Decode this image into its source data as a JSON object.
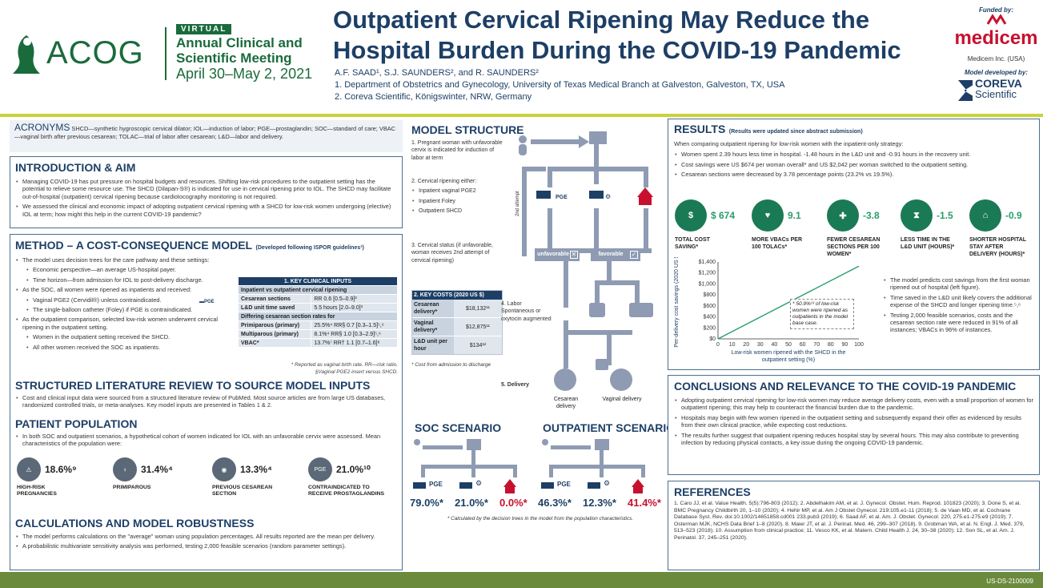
{
  "header": {
    "logo": "ACOG",
    "virtual_tag": "VIRTUAL",
    "meeting_line1": "Annual Clinical and",
    "meeting_line2": "Scientific Meeting",
    "meeting_dates": "April 30–May 2, 2021",
    "title_line1": "Outpatient Cervical Ripening May Reduce the",
    "title_line2": "Hospital Burden During the COVID-19 Pandemic",
    "authors": "A.F. SAAD¹, S.J. SAUNDERS², and R. SAUNDERS²",
    "affil1": "1. Department of Obstetrics and Gynecology, University of Texas Medical Branch at Galveston, Galveston, TX, USA",
    "affil2": "2. Coreva Scientific, Königswinter, NRW, Germany",
    "funded_by": "Funded by:",
    "sponsor": "medicem",
    "sponsor_sub": "Medicem Inc. (USA)",
    "model_dev": "Model developed by:",
    "developer_line1": "COREVA",
    "developer_line2": "Scientific"
  },
  "acronyms": {
    "title": "ACRONYMS",
    "text": "SHCD—synthetic hygroscopic cervical dilator; IOL—induction of labor; PGE—prostaglandin; SOC—standard of care; VBAC—vaginal birth after previous cesarean; TOLAC—trial of labor after cesarean; L&D—labor and delivery."
  },
  "intro": {
    "title": "INTRODUCTION & AIM",
    "b1": "Managing COVID-19 has put pressure on hospital budgets and resources. Shifting low-risk procedures to the outpatient setting has the potential to relieve some resource use. The SHCD (Dilapan-S®) is indicated for use in cervical ripening prior to IOL. The SHCD may facilitate out-of-hospital (outpatient) cervical ripening because cardiotocography monitoring is not required.",
    "b2": "We assessed the clinical and economic impact of adopting outpatient cervical ripening with a SHCD for low-risk women undergoing (elective) IOL at term; how might this help in the current COVID-19 pandemic?"
  },
  "method": {
    "title": "METHOD – A COST-CONSEQUENCE MODEL",
    "title_note": "(Developed following ISPOR guidelines¹)",
    "b1": "The model uses decision trees for the care pathway and these settings:",
    "b1a": "Economic perspective—an average US-hospital payer.",
    "b1b": "Time horizon—from admission for IOL to post-delivery discharge.",
    "b2": "As the SOC, all women were ripened as inpatients and received:",
    "b2a": "Vaginal PGE2 (Cervidil®) unless contraindicated.",
    "b2b": "The single-balloon catheter (Foley) if PGE is contraindicated.",
    "b3": "As the outpatient comparison, selected low-risk women underwent cervical ripening in the outpatient setting.",
    "b3a": "Women in the outpatient setting received the SHCD.",
    "b3b": "All other women received the SOC as inpatients.",
    "icon_pge": "PGE",
    "table_title": "1. KEY CLINICAL INPUTS",
    "table_sub1": "Inpatient vs outpatient cervical ripening",
    "table_sub2": "Differing cesarean section rates for",
    "rows": [
      {
        "label": "Cesarean sections",
        "value": "RR 0.6 [0.5–0.9]²"
      },
      {
        "label": "L&D unit time saved",
        "value": "5.5 hours [2.0–9.0]³"
      },
      {
        "label": "Primiparous (primary)",
        "value": "25.5%⁴ RR§ 0.7 [0.3–1.5]⁵,⁶"
      },
      {
        "label": "Multiparous (primary)",
        "value": "8.1%⁴ RR§ 1.0 [0.3–2.9]⁵,⁶"
      },
      {
        "label": "VBAC*",
        "value": "13.7%⁷ RR† 1.1 [0.7–1.6]⁸"
      }
    ],
    "table_note1": "* Reported as vaginal birth rate. RR—risk ratio.",
    "table_note2": "§Vaginal PGE2 insert versus SHCD."
  },
  "lit": {
    "title": "STRUCTURED LITERATURE REVIEW TO SOURCE MODEL INPUTS",
    "b1": "Cost and clinical input data were sourced from a structured literature review of PubMed. Most source articles are from large US databases, randomized controlled trials, or meta-analyses. Key model inputs are presented in Tables 1 & 2."
  },
  "population": {
    "title": "PATIENT POPULATION",
    "b1": "In both SOC and outpatient scenarios, a hypothetical cohort of women indicated for IOL with an unfavorable cervix were assessed. Mean characteristics of the population were:",
    "items": [
      {
        "value": "18.6%⁹",
        "label1": "HIGH-RISK",
        "label2": "PREGNANCIES"
      },
      {
        "value": "31.4%⁴",
        "label1": "PRIMIPAROUS",
        "label2": ""
      },
      {
        "value": "13.3%⁴",
        "label1": "PREVIOUS CESAREAN",
        "label2": "SECTION"
      },
      {
        "value": "21.0%¹⁰",
        "label1": "CONTRAINDICATED TO",
        "label2": "RECEIVE PROSTAGLANDINS"
      }
    ],
    "pge_icon": "PGE"
  },
  "calc": {
    "title": "CALCULATIONS AND MODEL ROBUSTNESS",
    "b1": "The model performs calculations on the \"average\" woman using population percentages. All results reported are the mean per delivery.",
    "b2": "A probabilistic multivariate sensitivity analysis was performed, testing 2,000 feasible scenarios (random parameter settings)."
  },
  "model": {
    "title": "MODEL STRUCTURE",
    "s1": "1. Pregnant woman with unfavorable cervix is indicated for induction of labor at term",
    "s2": "2. Cervical ripening either:",
    "s2a": "Inpatient vaginal PGE2",
    "s2b": "Inpatient Foley",
    "s2c": "Outpatient SHCD",
    "second_attempt": "2nd attempt",
    "pge": "PGE",
    "s3": "3. Cervical status (if unfavorable, woman receives 2nd attempt of cervical ripening)",
    "unfavorable": "unfavorable",
    "favorable": "favorable",
    "s4": "4. Labor Spontaneous or oxytocin augmented",
    "s5": "5. Delivery",
    "cesarean": "Cesarean delivery",
    "vaginal": "Vaginal delivery",
    "costs_title": "2. KEY COSTS (2020 US $)",
    "costs": [
      {
        "label": "Cesarean delivery*",
        "value": "$18,132¹¹"
      },
      {
        "label": "Vaginal delivery*",
        "value": "$12,875¹¹"
      },
      {
        "label": "L&D unit per hour",
        "value": "$134¹²"
      }
    ],
    "costs_note": "* Cost from admission to discharge"
  },
  "scenarios": {
    "soc_title": "SOC SCENARIO",
    "out_title": "OUTPATIENT SCENARIO",
    "pge": "PGE",
    "soc_values": [
      "79.0%*",
      "21.0%*",
      "0.0%*"
    ],
    "out_values": [
      "46.3%*",
      "12.3%*",
      "41.4%*"
    ],
    "note": "* Calculated by the decision trees in the model from the population characteristics."
  },
  "results": {
    "title": "RESULTS",
    "title_note": "(Results were updated since abstract submission)",
    "intro": "When comparing outpatient ripening for low-risk women with the inpatient-only strategy:",
    "b1": "Women spent 2.39 hours less time in hospital. -1.48 hours in the L&D unit and -0.91 hours in the recovery unit.",
    "b2": "Cost savings were US $674 per woman overall* and US $2,042 per woman switched to the outpatient setting.",
    "b3": "Cesarean sections were decreased by 3.78 percentage points (23.2% vs 19.5%).",
    "kpis": [
      {
        "value": "$ 674",
        "label": "TOTAL COST SAVING*",
        "icon": "$"
      },
      {
        "value": "9.1",
        "label": "MORE VBACs PER 100 TOLACs*",
        "icon": "♥"
      },
      {
        "value": "-3.8",
        "label": "FEWER CESAREAN SECTIONS PER 100 WOMEN*",
        "icon": "✚"
      },
      {
        "value": "-1.5",
        "label": "LESS TIME IN THE L&D UNIT (HOURS)*",
        "icon": "⧗"
      },
      {
        "value": "-0.9",
        "label": "SHORTER HOSPITAL STAY AFTER DELIVERY (HOURS)*",
        "icon": "⌂"
      }
    ],
    "chart_note": "* 50.9%¹³ of low-risk women were ripened as outpatients in the model base case.",
    "side1": "The model predicts cost savings from the first woman ripened out of hospital (left figure).",
    "side2": "Time saved in the L&D unit likely covers the additional expense of the SHCD and longer ripening time.⁵,⁶",
    "side3": "Testing 2,000 feasible scenarios, costs and the cesarean section rate were reduced in 91% of all instances; VBACs in 96% of instances."
  },
  "chart_data": {
    "type": "line",
    "xlabel": "Low-risk women ripened with the SHCD in the outpatient setting (%)",
    "ylabel": "Per-delivery cost savings (2020 US $)",
    "x_ticks": [
      "0",
      "10",
      "20",
      "30",
      "40",
      "50",
      "60",
      "70",
      "80",
      "90",
      "100"
    ],
    "y_ticks": [
      "$0",
      "$200",
      "$400",
      "$600",
      "$800",
      "$1,000",
      "$1,200",
      "$1,400"
    ],
    "xlim": [
      0,
      100
    ],
    "ylim": [
      0,
      1400
    ],
    "x": [
      0,
      100
    ],
    "y": [
      0,
      1324
    ],
    "color": "#2a9d6a"
  },
  "conclusions": {
    "title": "CONCLUSIONS AND RELEVANCE TO THE COVID-19 PANDEMIC",
    "b1": "Adopting outpatient cervical ripening for low-risk women may reduce average delivery costs, even with a small proportion of women for outpatient ripening; this may help to counteract the financial burden due to the pandemic.",
    "b2": "Hospitals may begin with few women ripened in the outpatient setting and subsequently expand their offer as evidenced by results from their own clinical practice, while expecting cost reductions.",
    "b3": "The results further suggest that outpatient ripening reduces hospital stay by several hours. This may also contribute to preventing infection by reducing physical contacts, a key issue during the ongoing COVID-19 pandemic."
  },
  "references": {
    "title": "REFERENCES",
    "text": "1. Caro JJ, et al. Value Health. 5(5):796-803 (2012); 2. Abdelhakim AM, et al. J. Gynecol. Obstet. Hum. Reprod. 101823 (2020); 3. Done S, et al. BMC Pregnancy Childbirth 20, 1–10 (2020); 4. Hehir MP, et al. Am J Obstet Gynecol. 219:105.e1-11 (2018); 5. de Vaan MD, et al. Cochrane Database Syst. Rev. doi:10.1002/14651858.cd001 233.pub3 (2019); 6. Saad AF, et al. Am. J. Obstet. Gynecol. 220, 275.e1-275.e9 (2019); 7. Osterman MJK, NCHS Data Brief 1–8 (2020). 8. Maier JT, et al. J. Perinat. Med. 46, 299–307 (2018). 9. Grobman WA, et al. N. Engl. J. Med. 379, 513–523 (2018); 10. Assumption from clinical practice; 11. Vesco KK, et al. Matern. Child Health J. 24, 30–38 (2020); 12. Son SL, et al. Am. J. Perinatol. 37, 245–251 (2020)."
  },
  "footer": {
    "code": "US-DS-2100009"
  }
}
